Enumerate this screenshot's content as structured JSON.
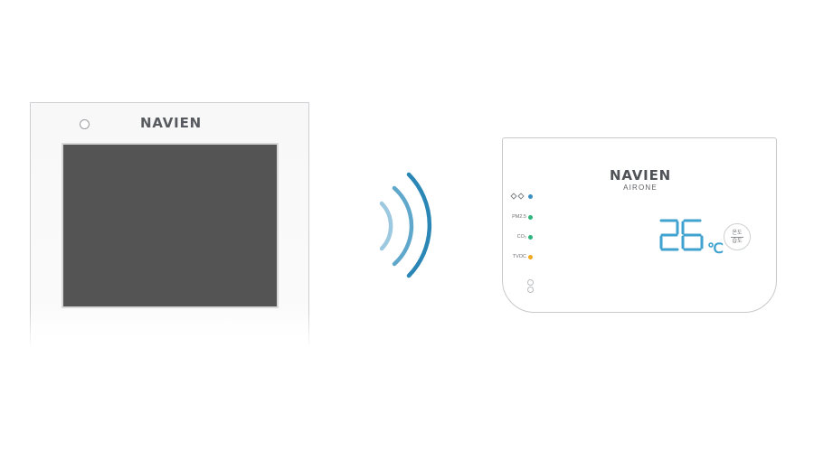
{
  "controller": {
    "brand": "NAVIEN",
    "icons": {
      "sensor": "light-sensor-icon"
    }
  },
  "signal": {
    "icon": "wireless-signal-icon",
    "colors": [
      "#9cc9e0",
      "#5fa8cc",
      "#2a86b5"
    ]
  },
  "purifier": {
    "brand": "NAVIEN",
    "model": "AIRONE",
    "indicators": [
      {
        "label": "",
        "icon": "smell-icon",
        "color": "#3b8fc4"
      },
      {
        "label": "PM2.5",
        "color": "#2fb57c"
      },
      {
        "label": "CO₂",
        "color": "#2fb57c"
      },
      {
        "label": "TVOC",
        "color": "#f2a81d"
      }
    ],
    "temperature": {
      "value": "26",
      "unit": "℃",
      "color": "#3fa2cf"
    },
    "mode_button": {
      "top": "온도",
      "bottom": "습도"
    }
  }
}
